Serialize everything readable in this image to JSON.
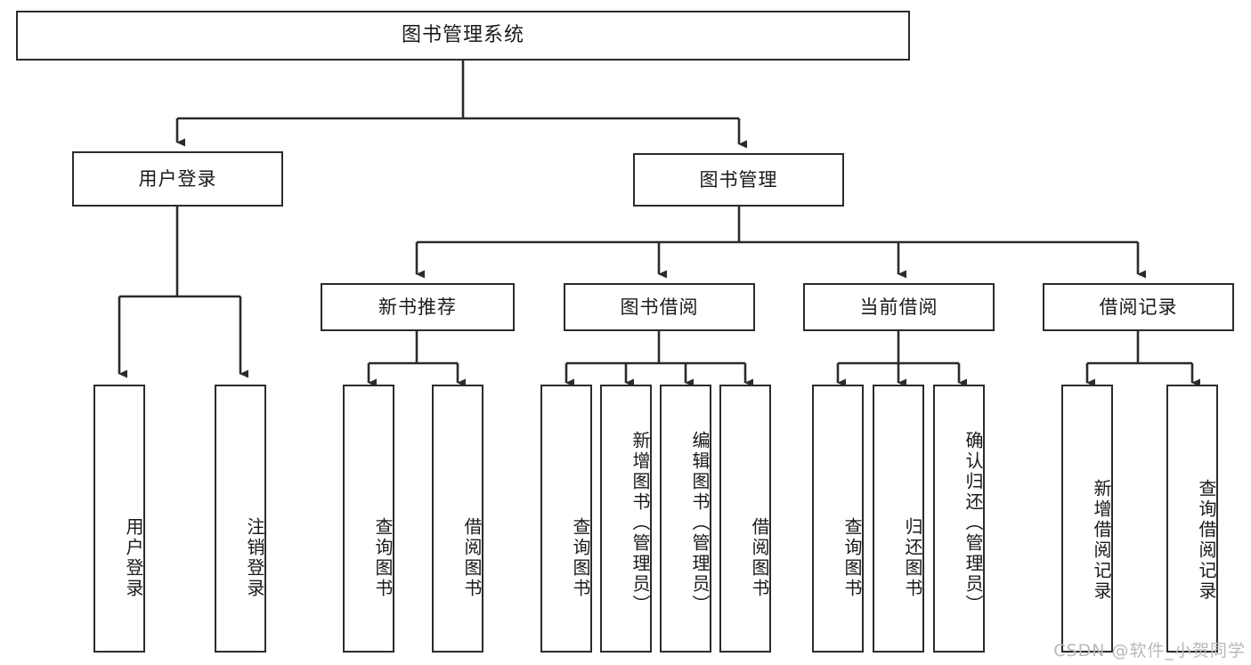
{
  "diagram": {
    "title": "图书管理系统",
    "type": "hierarchy-tree",
    "watermark": "CSDN @软件_小贺同学",
    "colors": {
      "stroke": "#2b2b2b",
      "fill": "#ffffff",
      "text": "#1a1a1a",
      "watermark": "#b9b9b9"
    },
    "levels": {
      "root": {
        "label": "图书管理系统"
      },
      "level2": [
        {
          "id": "user-login",
          "label": "用户登录"
        },
        {
          "id": "book-management",
          "label": "图书管理"
        }
      ],
      "level3": [
        {
          "id": "new-book-recommend",
          "label": "新书推荐",
          "parent": "book-management"
        },
        {
          "id": "book-borrow",
          "label": "图书借阅",
          "parent": "book-management"
        },
        {
          "id": "current-borrow",
          "label": "当前借阅",
          "parent": "book-management"
        },
        {
          "id": "borrow-record",
          "label": "借阅记录",
          "parent": "book-management"
        }
      ],
      "leaves": [
        {
          "id": "leaf-user-login",
          "label": "用户登录",
          "parent": "user-login"
        },
        {
          "id": "leaf-user-logout",
          "label": "注销登录",
          "parent": "user-login"
        },
        {
          "id": "leaf-query-book-1",
          "label": "查询图书",
          "parent": "new-book-recommend"
        },
        {
          "id": "leaf-borrow-book-1",
          "label": "借阅图书",
          "parent": "new-book-recommend"
        },
        {
          "id": "leaf-query-book-2",
          "label": "查询图书",
          "parent": "book-borrow"
        },
        {
          "id": "leaf-add-book",
          "label": "新增图书（管理员）",
          "parent": "book-borrow"
        },
        {
          "id": "leaf-edit-book",
          "label": "编辑图书（管理员）",
          "parent": "book-borrow"
        },
        {
          "id": "leaf-borrow-book-2",
          "label": "借阅图书",
          "parent": "book-borrow"
        },
        {
          "id": "leaf-query-book-3",
          "label": "查询图书",
          "parent": "current-borrow"
        },
        {
          "id": "leaf-return-book",
          "label": "归还图书",
          "parent": "current-borrow"
        },
        {
          "id": "leaf-confirm-return",
          "label": "确认归还（管理员）",
          "parent": "current-borrow"
        },
        {
          "id": "leaf-add-record",
          "label": "新增借阅记录",
          "parent": "borrow-record"
        },
        {
          "id": "leaf-query-record",
          "label": "查询借阅记录",
          "parent": "borrow-record"
        }
      ]
    }
  }
}
